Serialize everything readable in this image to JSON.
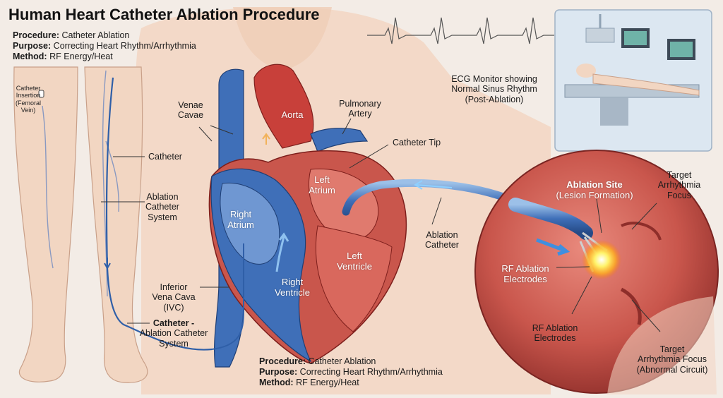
{
  "header": {
    "title": "Human Heart Catheter Ablation Procedure",
    "info": [
      {
        "key": "Procedure:",
        "value": "Catheter Ablation"
      },
      {
        "key": "Purpose:",
        "value": "Correcting Heart Rhythm/Arrhythmia"
      },
      {
        "key": "Method:",
        "value": "RF Energy/Heat"
      }
    ]
  },
  "footer": {
    "info": [
      {
        "key": "Procedure:",
        "value": "Catheter Ablation"
      },
      {
        "key": "Purpose:",
        "value": "Correcting Heart Rhythm/Arrhythmia"
      },
      {
        "key": "Method:",
        "value": "RF Energy/Heat"
      }
    ]
  },
  "legs": {
    "insertion": [
      "Catheter",
      "Insertion",
      "(Femoral",
      "Vein)"
    ],
    "catheter": "Catheter",
    "ablation_system": [
      "Ablation",
      "Catheter",
      "System"
    ],
    "bottom_bold": "Catheter -",
    "bottom_rest": [
      "Ablation Catheter",
      "System"
    ]
  },
  "heart": {
    "venae_cavae": [
      "Venae",
      "Cavae"
    ],
    "aorta": "Aorta",
    "pulmonary_artery": [
      "Pulmonary",
      "Artery"
    ],
    "catheter_tip": "Catheter Tip",
    "left_atrium": [
      "Left",
      "Atrium"
    ],
    "right_atrium": [
      "Right",
      "Atrium"
    ],
    "left_ventricle": [
      "Left",
      "Ventricle"
    ],
    "right_ventricle": [
      "Right",
      "Ventricle"
    ],
    "ivc": [
      "Inferior",
      "Vena Cava",
      "(IVC)"
    ],
    "ablation_catheter": [
      "Ablation",
      "Catheter"
    ]
  },
  "ecg": {
    "caption": [
      "ECG Monitor showing",
      "Normal Sinus Rhythm",
      "(Post-Ablation)"
    ]
  },
  "zoom": {
    "ablation_site_bold": "Ablation Site",
    "ablation_site_sub": "(Lesion Formation)",
    "target_top": [
      "Target",
      "Arrhythmia",
      "Focus"
    ],
    "rf_electrodes_1": [
      "RF Ablation",
      "Electrodes"
    ],
    "rf_electrodes_2": [
      "RF Ablation",
      "Electrodes"
    ],
    "target_bottom": [
      "Target",
      "Arrhythmia Focus",
      "(Abnormal Circuit)"
    ]
  },
  "colors": {
    "vein_blue": "#3f6fb8",
    "artery_red": "#c8403a",
    "heart_red": "#c9564c",
    "skin": "#f2d6c2",
    "background": "#f3ece6"
  }
}
